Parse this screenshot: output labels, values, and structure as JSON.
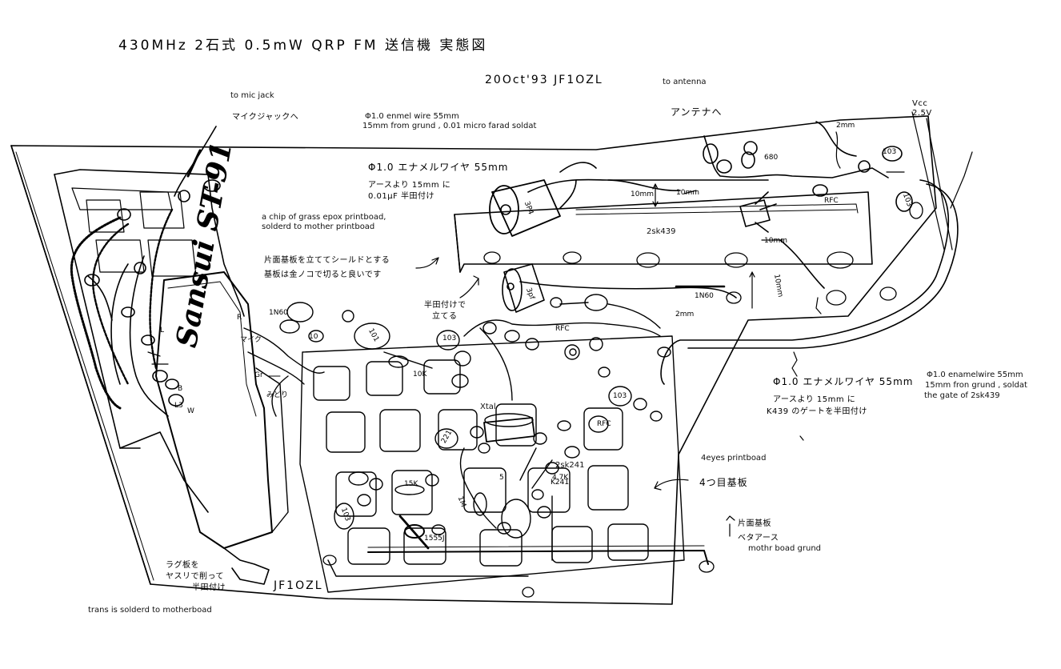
{
  "header": {
    "title": "430MHz 2石式 0.5mW QRP FM 送信機 実態図",
    "date_call": "20Oct'93 JF1OZL"
  },
  "labels_en": {
    "mic_jack": "to mic jack",
    "antenna": "to antenna",
    "wire_note_1": "Φ1.0 enmel wire 55mm",
    "wire_note_2": "15mm from grund , 0.01 micro farad soldat",
    "chip_note_1": "a chip of grass epox printboad,",
    "chip_note_2": "solderd to mother printboad",
    "fet_top": "2sk439",
    "enamel_1": "Φ1.0 enamelwire 55mm",
    "enamel_2": "15mm fron grund , soldat",
    "enamel_3": "the gate of 2sk439",
    "xtal": "Xtal",
    "fet_bottom": "2sk241",
    "four_eyes": "4eyes printboad",
    "mother_ground": "mothr boad grund",
    "trans_note": "trans is solderd to motherboad"
  },
  "labels_jp": {
    "mic_jack": "マイクジャックへ",
    "antenna": "アンテナへ",
    "vcc": "Vcc 2.5V",
    "wire_1": "Φ1.0 エナメルワイヤ 55mm",
    "wire_2": "アースより 15mm に",
    "wire_3": "0.01μF 半田付け",
    "shield_1": "片面基板を立ててシールドとする",
    "shield_2": "基板は金ノコで切ると良いです",
    "solder_stand_1": "半田付けで",
    "solder_stand_2": "立てる",
    "wire_b1": "Φ1.0 エナメルワイヤ 55mm",
    "wire_b2": "アースより 15mm に",
    "wire_b3": "K439 のゲートを半田付け",
    "four_eyes": "4つ目基板",
    "one_side_1": "片面基板",
    "one_side_2": "ベタアース",
    "lug_1": "ラグ板を",
    "lug_2": "ヤスリで削って",
    "lug_3": "半田付け",
    "signature": "JF1OZL",
    "mic_label": "マイク",
    "gr_label": "みどり"
  },
  "component_marks": {
    "transformer": "Sansui ST-91",
    "cap_103_a": "103",
    "cap_103_b": "103",
    "cap_103_c": "103",
    "cap_103_d": "103",
    "cap_103_e": "103",
    "cap_101": "101",
    "cap_3p4": "3P4",
    "cap_3pf": "3pf",
    "cap_680": "680",
    "cap_221": "221",
    "diode_1": "1N60",
    "diode_2": "1N60",
    "rfc_1": "RFC",
    "rfc_2": "RFC",
    "rfc_3": "RFC",
    "res_10k": "10K",
    "res_1m": "1M",
    "res_15k": "15K",
    "res_4k7": "4.7K",
    "res_15553": "1555J",
    "vr_10": "10",
    "trans_r": "R",
    "trans_gr": "Gr",
    "trans_l": "L",
    "trans_b": "B",
    "trans_w": "W",
    "trans_l3": "L3",
    "dim_2mm_a": "2mm",
    "dim_2mm_b": "2mm",
    "dim_10mm_a": "10mm",
    "dim_10mm_b": "10mm",
    "dim_10mm_c": "10mm",
    "dim_10mm_d": "10mm",
    "pin_5": "5",
    "pin_k241": "K241"
  },
  "colors": {
    "ink": "#000000",
    "paper": "#ffffff"
  }
}
